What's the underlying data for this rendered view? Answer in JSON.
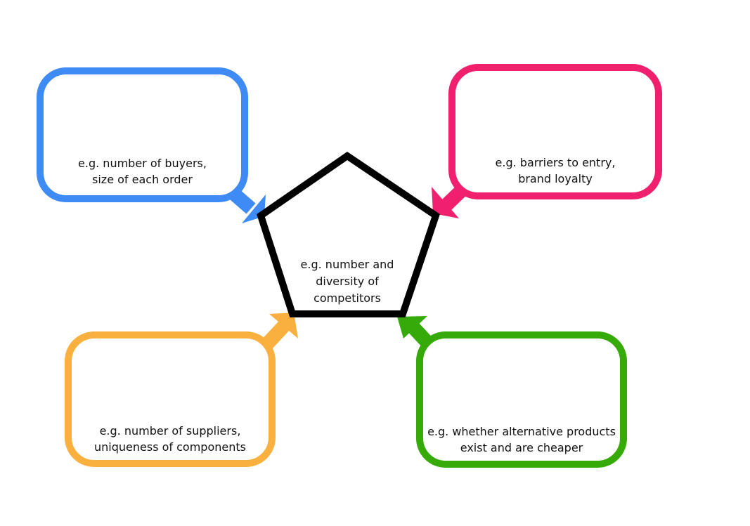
{
  "colors": {
    "buyers": "#3f8bf5",
    "entrants": "#f0206f",
    "suppliers": "#f9b03f",
    "substitutes": "#36aa08",
    "rivalry": "#000000",
    "text": "#111111"
  },
  "rivalry": {
    "lines": [
      "e.g. number and",
      "diversity of",
      "competitors"
    ]
  },
  "buyers": {
    "lines": [
      "e.g. number of buyers,",
      "size of each order"
    ]
  },
  "entrants": {
    "lines": [
      "e.g. barriers to entry,",
      "brand loyalty"
    ]
  },
  "suppliers": {
    "lines": [
      "e.g. number of suppliers,",
      "uniqueness of components"
    ]
  },
  "substitutes": {
    "lines": [
      "e.g. whether alternative products",
      "exist and are cheaper"
    ]
  }
}
